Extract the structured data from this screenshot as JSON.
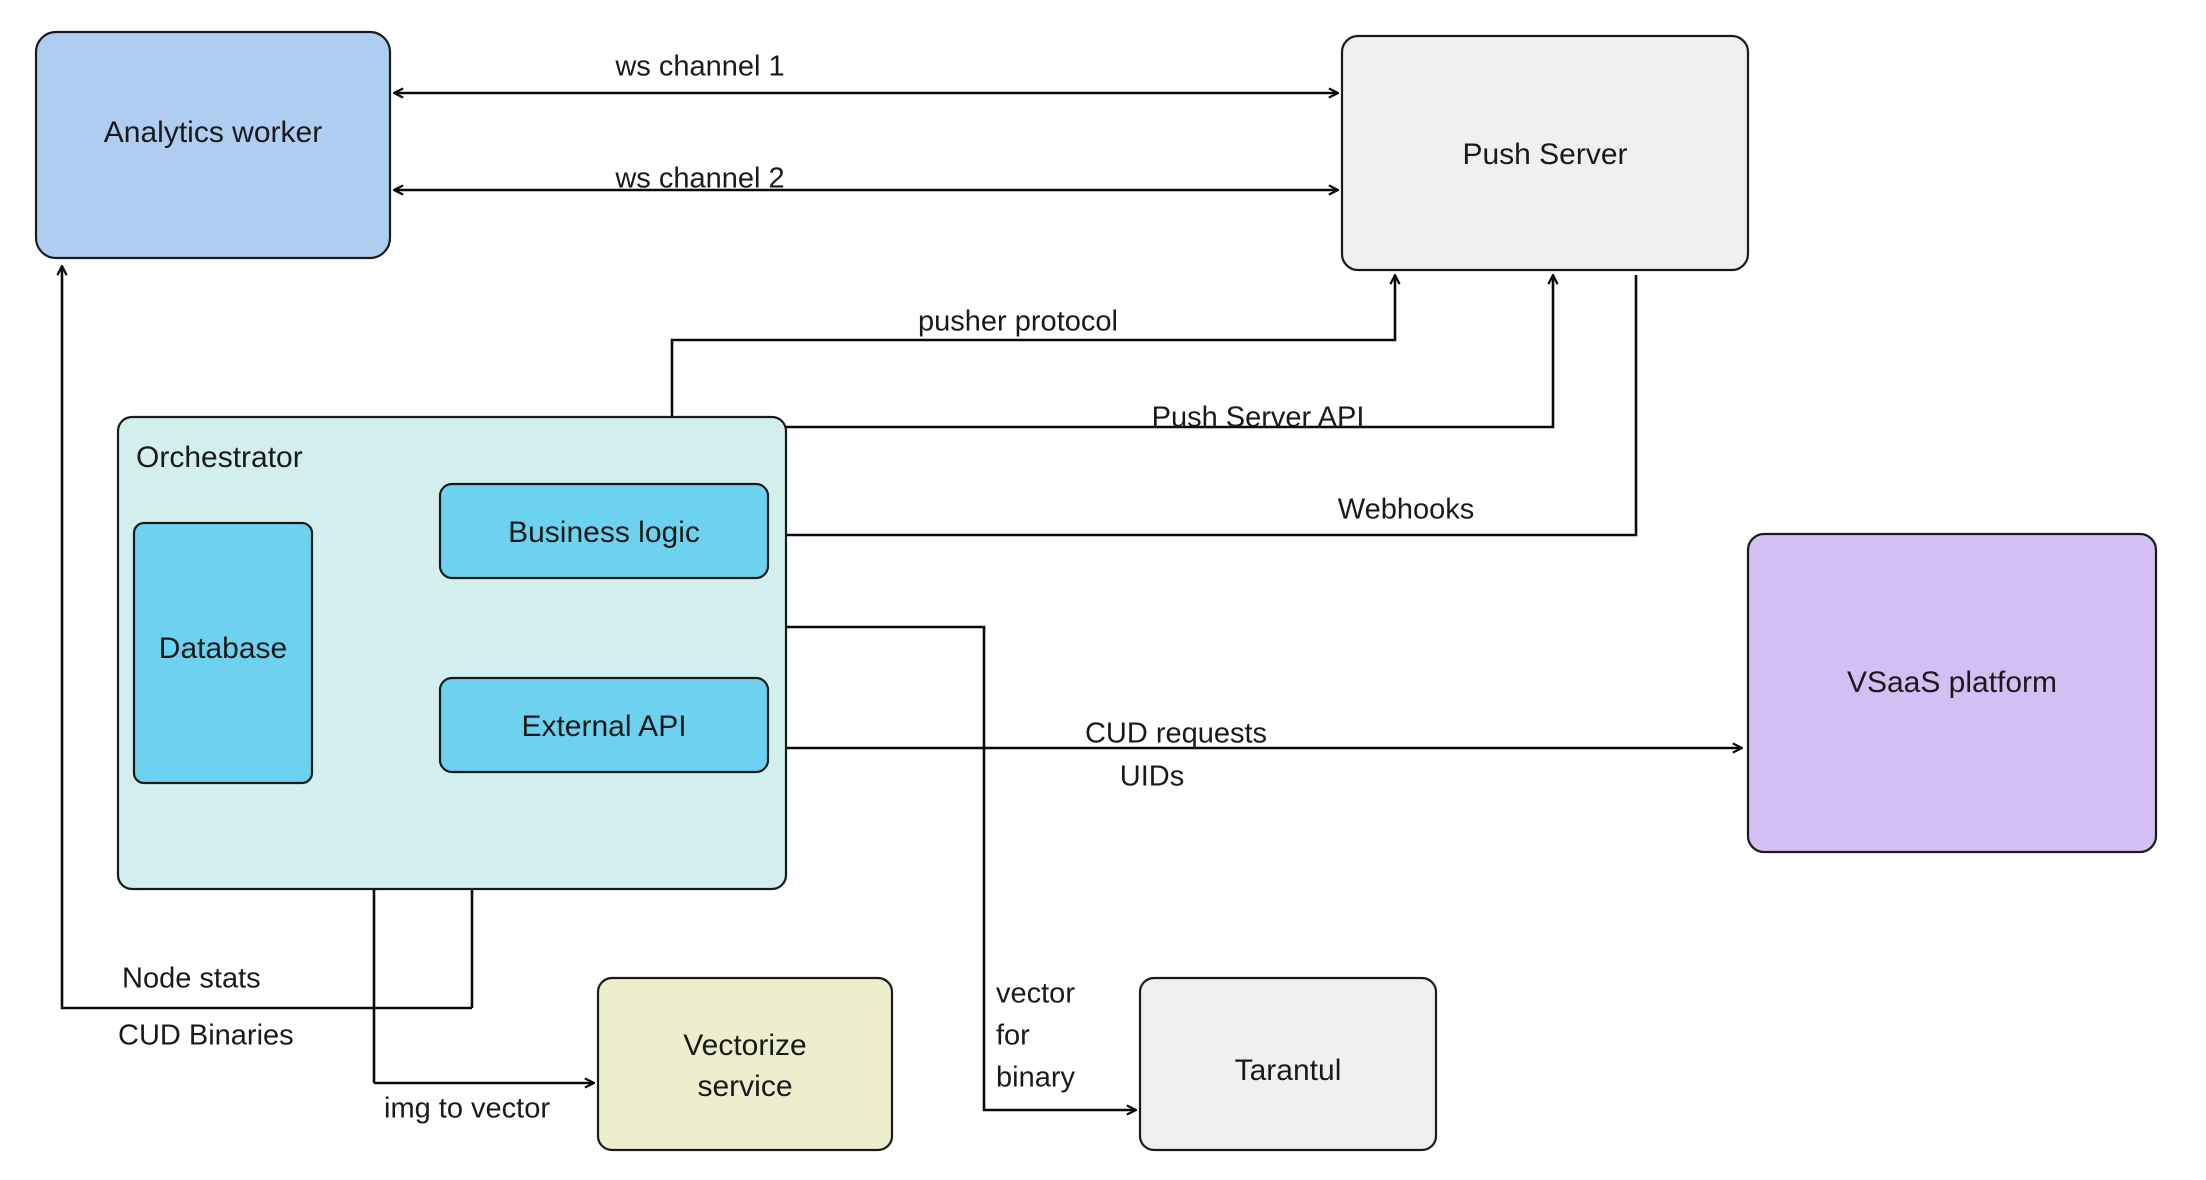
{
  "diagram": {
    "title": "Service architecture diagram",
    "background": "#ffffff",
    "nodes": {
      "analytics_worker": {
        "label": "Analytics worker",
        "fill": "#aecdf0",
        "stroke": "#1a1a1a"
      },
      "push_server": {
        "label": "Push Server",
        "fill": "#f0f0f0",
        "stroke": "#1a1a1a"
      },
      "orchestrator": {
        "label": "Orchestrator",
        "fill": "#d2efee",
        "stroke": "#1a1a1a"
      },
      "database": {
        "label": "Database",
        "fill": "#6dd2ef",
        "stroke": "#1a1a1a"
      },
      "business_logic": {
        "label": "Business logic",
        "fill": "#6dd2ef",
        "stroke": "#1a1a1a"
      },
      "external_api": {
        "label": "External API",
        "fill": "#6dd2ef",
        "stroke": "#1a1a1a"
      },
      "vsaas_platform": {
        "label": "VSaaS platform",
        "fill": "#d3bff4",
        "stroke": "#1a1a1a"
      },
      "vectorize_service": {
        "label_line1": "Vectorize",
        "label_line2": "service",
        "fill": "#edeecd",
        "stroke": "#1a1a1a"
      },
      "tarantul": {
        "label": "Tarantul",
        "fill": "#f0f0f0",
        "stroke": "#1a1a1a"
      }
    },
    "edges": {
      "ws_channel_1": {
        "label": "ws channel 1",
        "from": "push_server",
        "to": "analytics_worker",
        "direction": "bidirectional"
      },
      "ws_channel_2": {
        "label": "ws channel 2",
        "from": "push_server",
        "to": "analytics_worker",
        "direction": "bidirectional"
      },
      "pusher_protocol": {
        "label": "pusher protocol",
        "from": "push_server",
        "to": "business_logic",
        "direction": "both-ends"
      },
      "push_server_api": {
        "label": "Push Server API",
        "from": "business_logic",
        "to": "push_server",
        "direction": "both-ends"
      },
      "webhooks": {
        "label": "Webhooks",
        "from": "push_server",
        "to": "business_logic",
        "direction": "to-business-logic"
      },
      "cud_requests": {
        "label_line1": "CUD requests",
        "label_line2": "UIDs",
        "from": "vsaas_platform",
        "to": "external_api",
        "direction": "bidirectional"
      },
      "node_stats": {
        "label": "Node stats",
        "from": "orchestrator",
        "to": "analytics_worker",
        "direction": "to-analytics-worker"
      },
      "cud_binaries": {
        "label": "CUD Binaries",
        "from": "external_api",
        "to": "analytics_worker",
        "direction": "to-analytics-worker"
      },
      "img_to_vector": {
        "label": "img to vector",
        "from": "orchestrator",
        "to": "vectorize_service",
        "direction": "to-vectorize"
      },
      "vector_for_binary": {
        "label_line1": "vector",
        "label_line2": "for",
        "label_line3": "binary",
        "from": "business_logic",
        "to": "tarantul",
        "direction": "to-tarantul"
      }
    }
  }
}
